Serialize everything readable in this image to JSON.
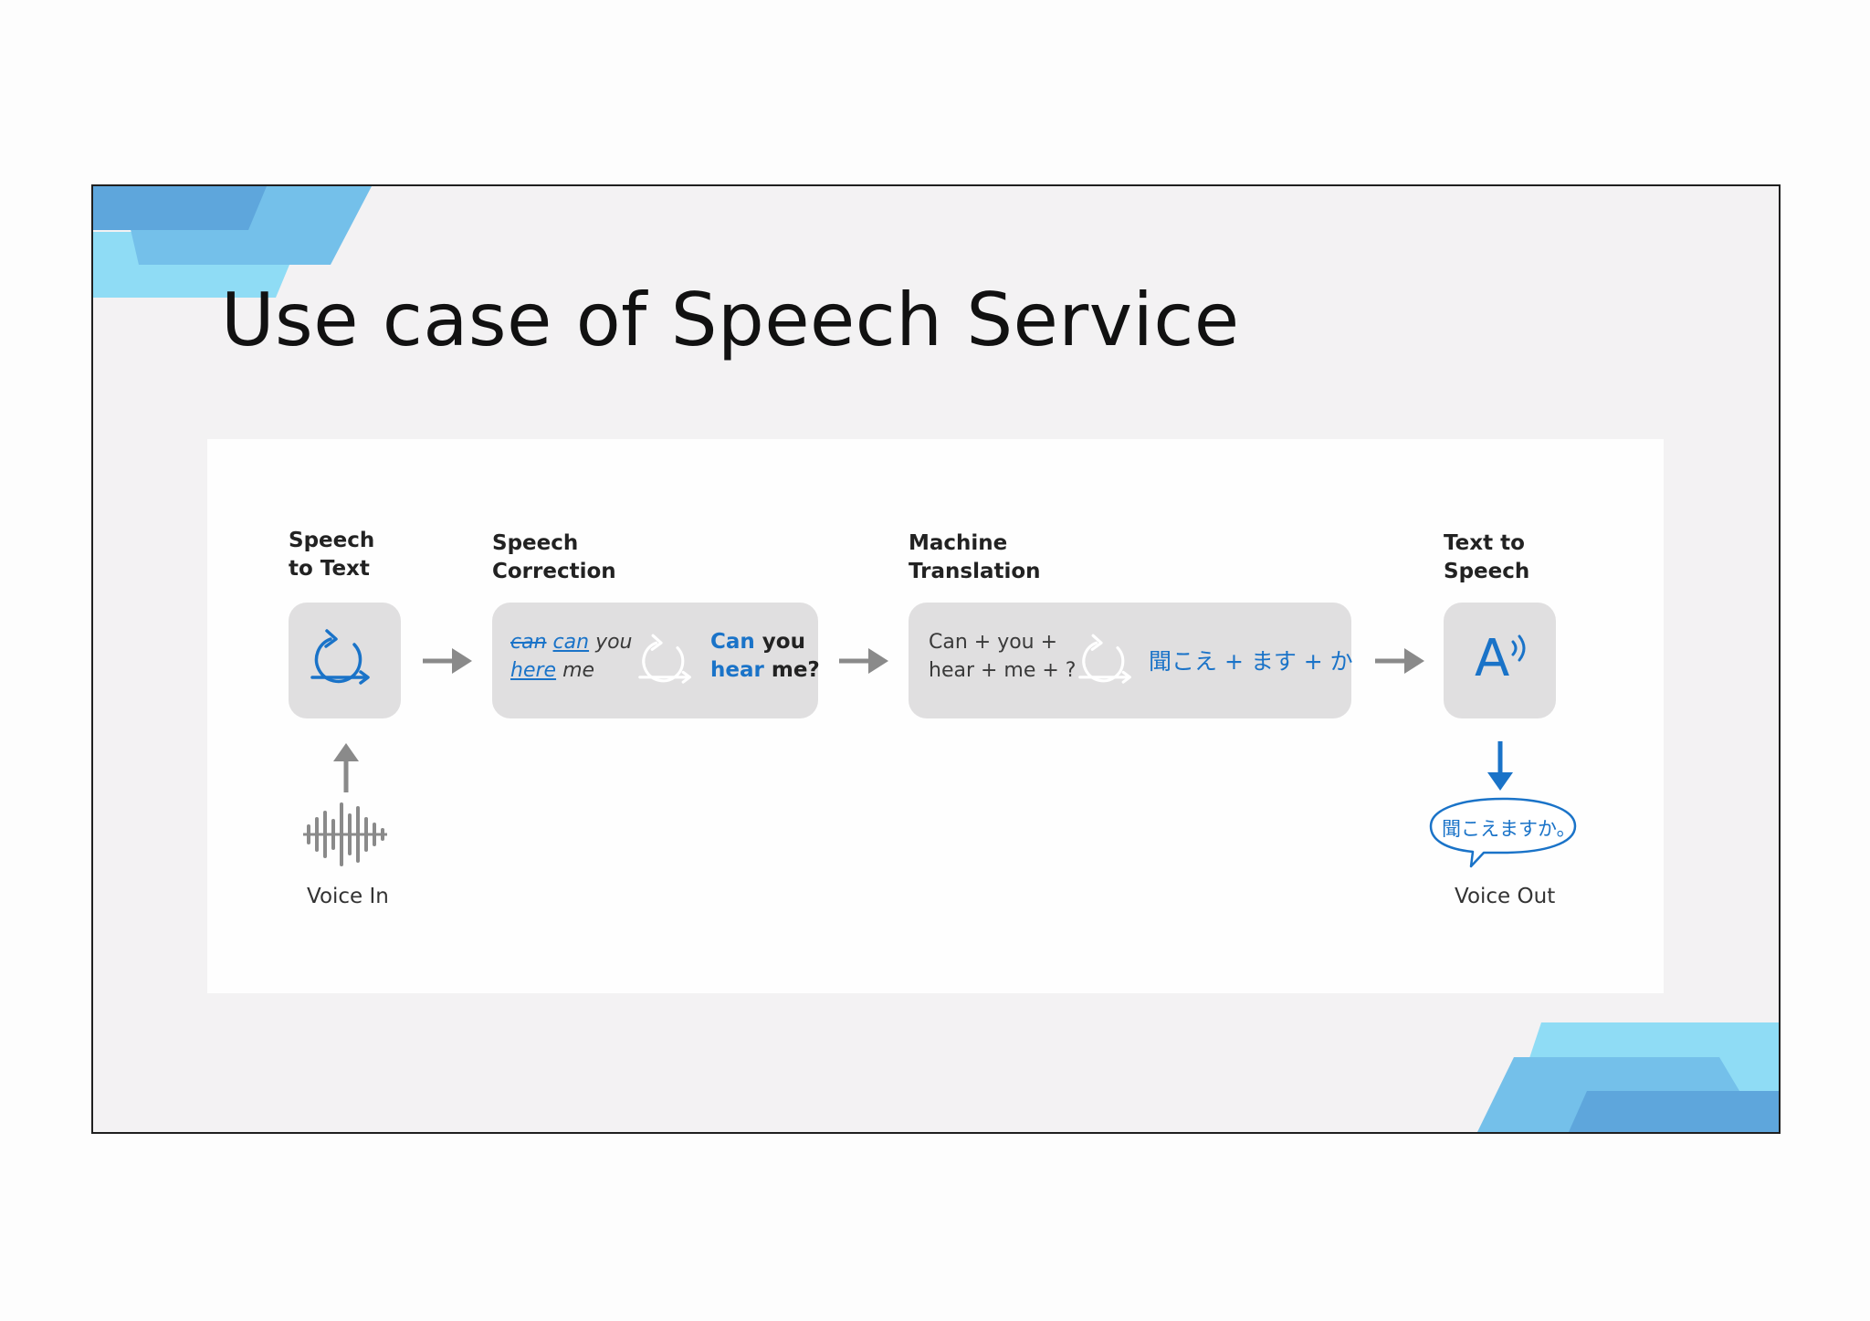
{
  "title": "Use case of Speech Service",
  "stages": [
    {
      "label": "Speech\nto Text"
    },
    {
      "label": "Speech\nCorrection"
    },
    {
      "label": "Machine\nTranslation"
    },
    {
      "label": "Text to\nSpeech"
    }
  ],
  "correction": {
    "input_strike": "can",
    "input_fix": "can",
    "input_word2": "you",
    "input_word3": "here",
    "input_word4": "me",
    "output_line1_a": "Can",
    "output_line1_b": "you",
    "output_line2_a": "hear",
    "output_line2_b": "me?"
  },
  "translation": {
    "input_line1": "Can + you +",
    "input_line2": "hear + me + ?",
    "output": "聞こえ + ます + か"
  },
  "tts_glyph": "A",
  "voice_in_label": "Voice In",
  "voice_out_label": "Voice Out",
  "speech_bubble_text": "聞こえますか。",
  "colors": {
    "accent_blue": "#1a73c8",
    "box_gray": "#e0dfe0",
    "arrow_gray": "#8a8a8a",
    "slide_bg": "#f3f2f3",
    "deco_light": "#8fdcf5",
    "deco_mid": "#74c0ea",
    "deco_dark": "#5ea6dc"
  },
  "icons": [
    "refresh-arrow-icon",
    "speaker-letter-icon",
    "sound-wave-icon",
    "speech-bubble-icon",
    "right-arrow-icon",
    "up-arrow-icon",
    "down-arrow-icon"
  ]
}
